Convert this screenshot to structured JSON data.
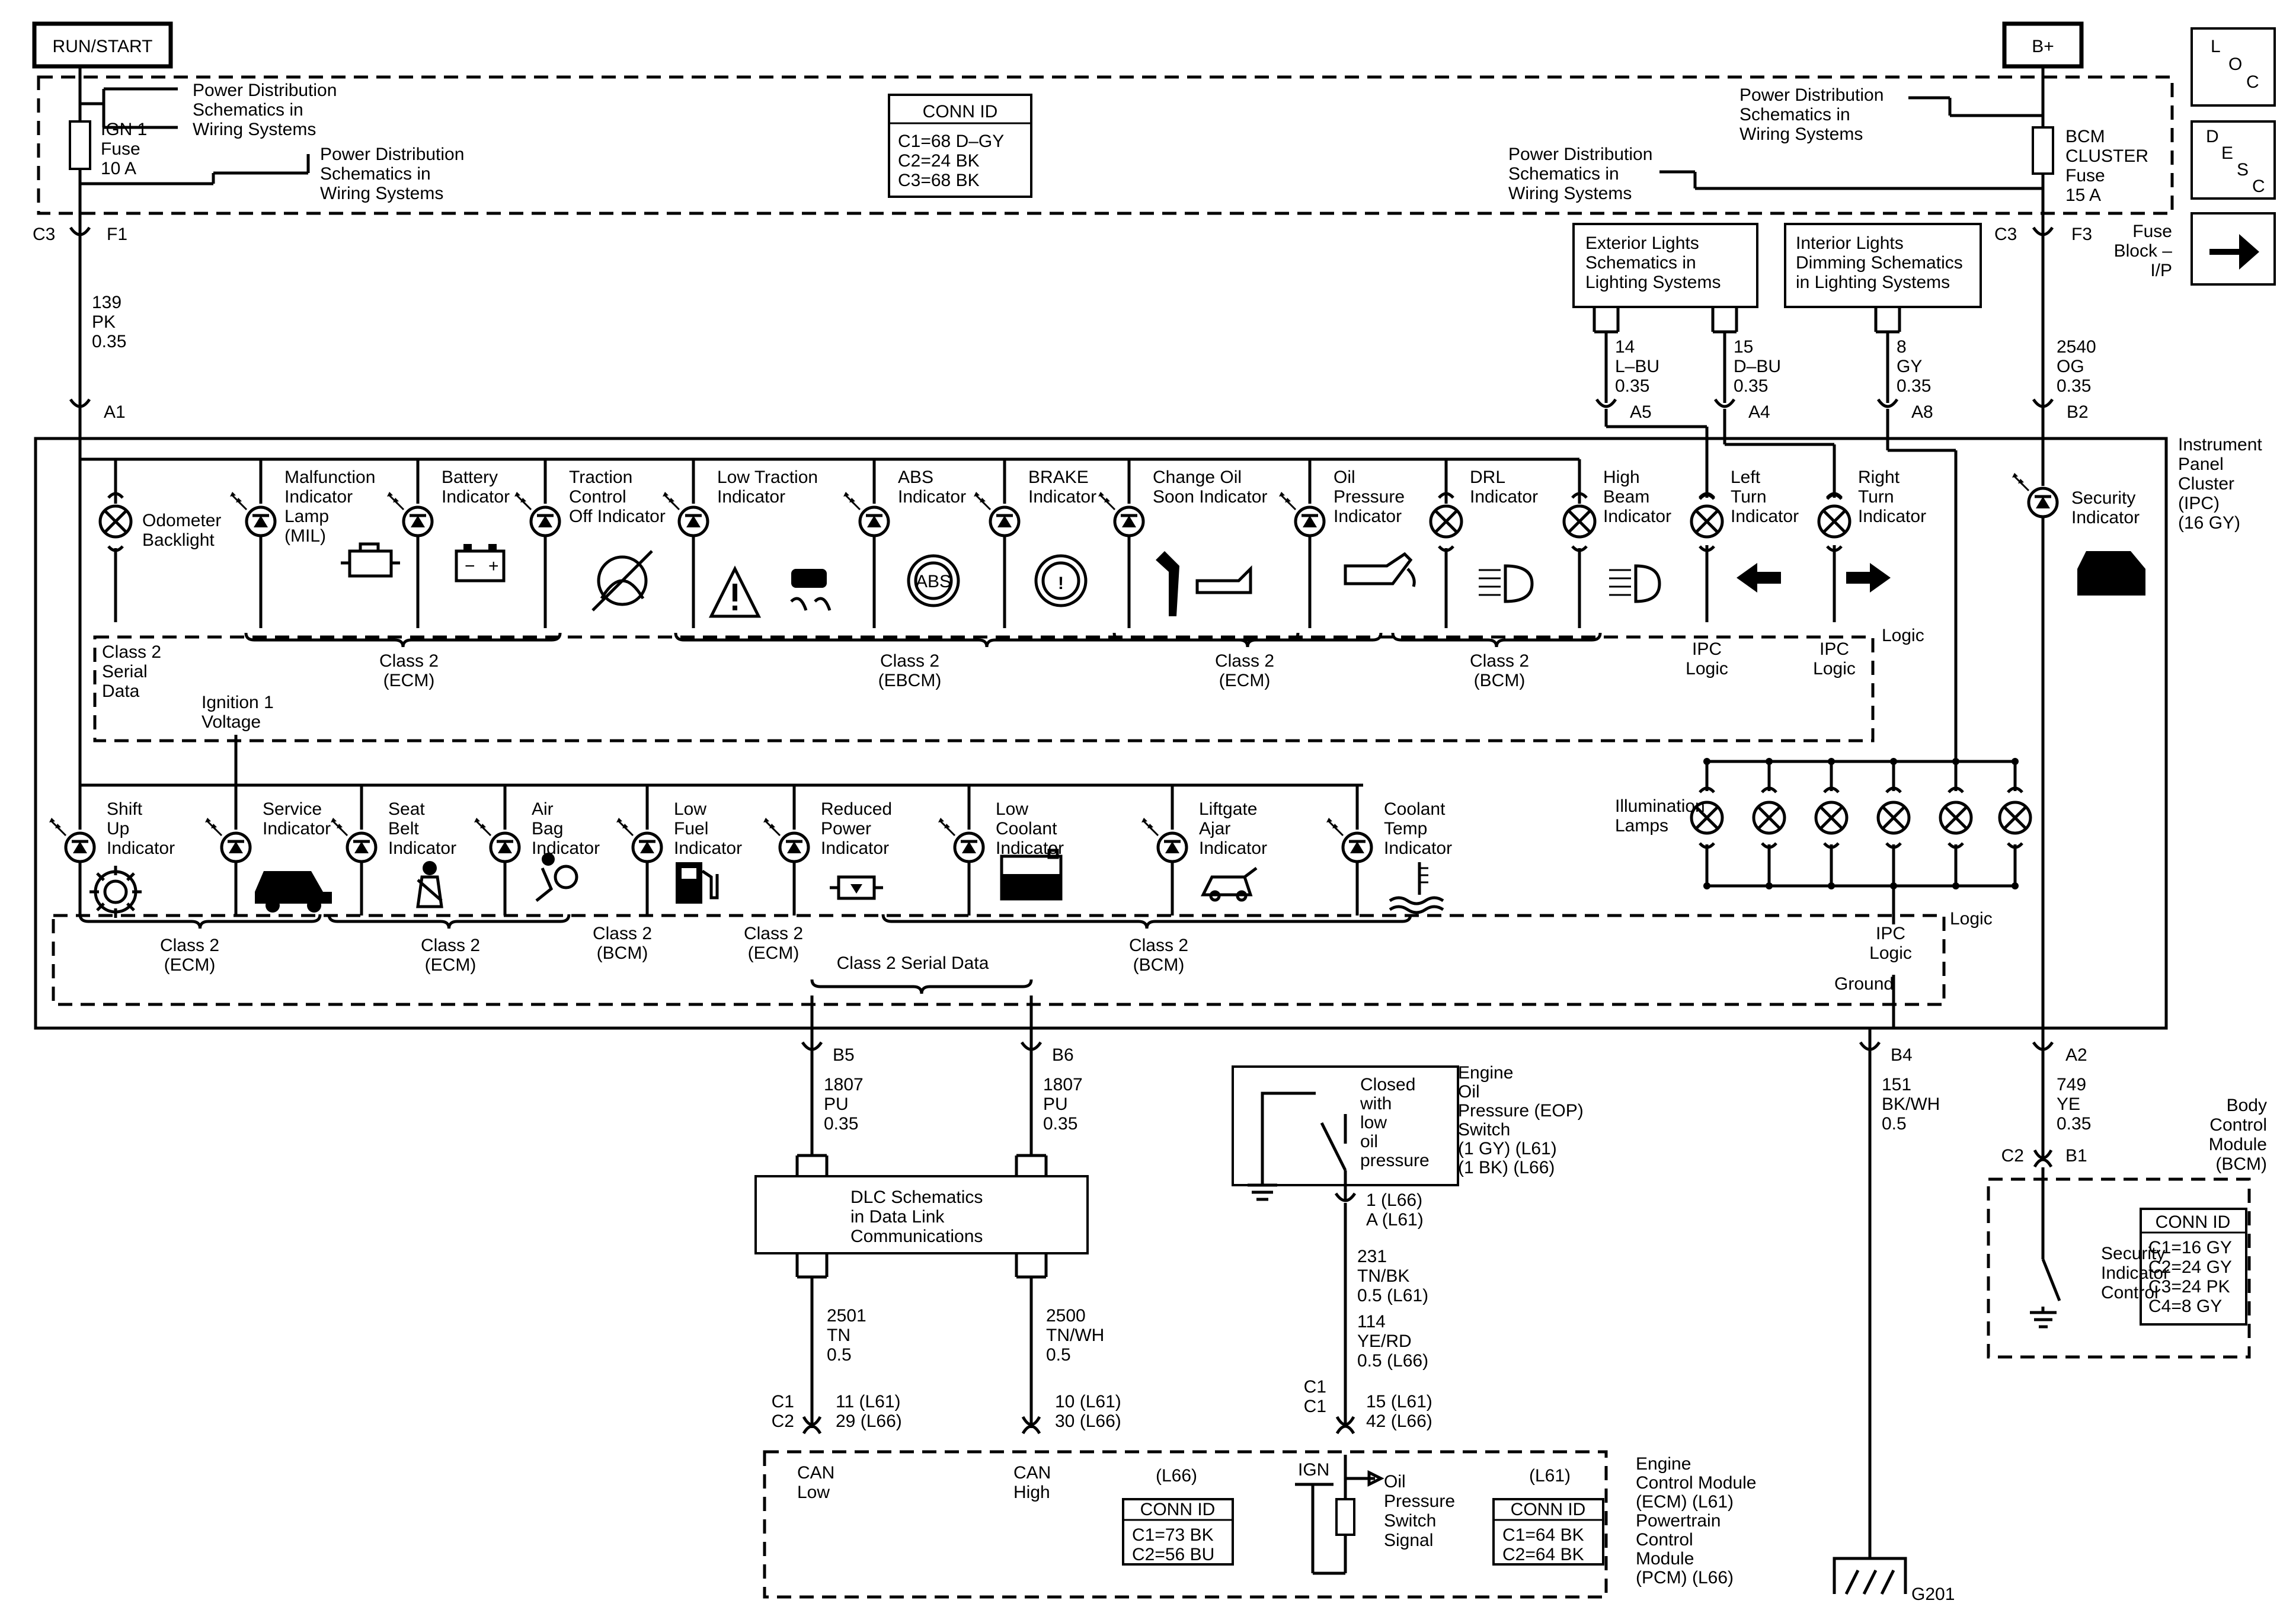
{
  "terminals": {
    "run_start": "RUN/START",
    "b_plus": "B+"
  },
  "nav": {
    "loc": [
      "L",
      "O",
      "C"
    ],
    "desc": [
      "D",
      "E",
      "S",
      "C"
    ],
    "next_icon": "arrow-right-icon"
  },
  "fuse_block_label": [
    "Fuse",
    "Block –",
    "I/P"
  ],
  "top": {
    "pd_ref_1": [
      "Power Distribution",
      "Schematics in",
      "Wiring Systems"
    ],
    "pd_ref_2": [
      "Power Distribution",
      "Schematics in",
      "Wiring Systems"
    ],
    "pd_ref_3": [
      "Power Distribution",
      "Schematics in",
      "Wiring Systems"
    ],
    "pd_ref_4": [
      "Power Distribution",
      "Schematics in",
      "Wiring Systems"
    ],
    "ign_fuse": [
      "IGN 1",
      "Fuse",
      "10 A"
    ],
    "bcm_fuse": [
      "BCM",
      "CLUSTER",
      "Fuse",
      "15 A"
    ],
    "conn_id": {
      "title": "CONN ID",
      "lines": [
        "C1=68 D–GY",
        "C2=24 BK",
        "C3=68 BK"
      ]
    },
    "c3_left": "C3",
    "f1": "F1",
    "c3_right": "C3",
    "f3": "F3",
    "exterior_lights": [
      "Exterior Lights",
      "Schematics in",
      "Lighting Systems"
    ],
    "interior_lights": [
      "Interior Lights",
      "Dimming Schematics",
      "in Lighting Systems"
    ]
  },
  "wires": {
    "w139": [
      "139",
      "PK",
      "0.35"
    ],
    "w14": [
      "14",
      "L–BU",
      "0.35"
    ],
    "w15": [
      "15",
      "D–BU",
      "0.35"
    ],
    "w8": [
      "8",
      "GY",
      "0.35"
    ],
    "w2540": [
      "2540",
      "OG",
      "0.35"
    ],
    "w1807a": [
      "1807",
      "PU",
      "0.35"
    ],
    "w1807b": [
      "1807",
      "PU",
      "0.35"
    ],
    "w151": [
      "151",
      "BK/WH",
      "0.5"
    ],
    "w749": [
      "749",
      "YE",
      "0.35"
    ],
    "w2501": [
      "2501",
      "TN",
      "0.5"
    ],
    "w2500": [
      "2500",
      "TN/WH",
      "0.5"
    ],
    "w231": [
      "231",
      "TN/BK",
      "0.5 (L61)"
    ],
    "w114": [
      "114",
      "YE/RD",
      "0.5 (L66)"
    ]
  },
  "pins": {
    "a1": "A1",
    "a5": "A5",
    "a4": "A4",
    "a8": "A8",
    "b2": "B2",
    "b5": "B5",
    "b6": "B6",
    "b4": "B4",
    "a2": "A2",
    "c2": "C2",
    "b1": "B1",
    "eop_pin": [
      "1 (L66)",
      "A (L61)"
    ],
    "c1c2_left": [
      "C1",
      "C2"
    ],
    "pins_2501": [
      "11 (L61)",
      "29 (L66)"
    ],
    "pins_2500": [
      "10 (L61)",
      "30 (L66)"
    ],
    "c1c1": [
      "C1",
      "C1"
    ],
    "pins_eop_ecm": [
      "15 (L61)",
      "42 (L66)"
    ]
  },
  "ipc": {
    "title": [
      "Instrument",
      "Panel",
      "Cluster",
      "(IPC)",
      "(16 GY)"
    ],
    "row1": [
      {
        "label": [
          "Odometer",
          "Backlight"
        ],
        "type": "lamp"
      },
      {
        "label": [
          "Malfunction",
          "Indicator",
          "Lamp",
          "(MIL)"
        ],
        "type": "led",
        "icon": "engine-icon"
      },
      {
        "label": [
          "Battery",
          "Indicator"
        ],
        "type": "led",
        "icon": "battery-icon"
      },
      {
        "label": [
          "Traction",
          "Control",
          "Off Indicator"
        ],
        "type": "led",
        "icon": "traction-off-icon"
      },
      {
        "label": [
          "Low Traction",
          "Indicator"
        ],
        "type": "led",
        "icon": "warning-triangle-icon"
      },
      {
        "label": [
          "ABS",
          "Indicator"
        ],
        "type": "led",
        "icon": "abs-icon",
        "icon_text": "ABS"
      },
      {
        "label": [
          "BRAKE",
          "Indicator"
        ],
        "type": "led",
        "icon": "brake-icon",
        "icon_text": "!"
      },
      {
        "label": [
          "Change Oil",
          "Soon Indicator"
        ],
        "type": "led",
        "icon": "oil-change-icon"
      },
      {
        "label": [
          "Oil",
          "Pressure",
          "Indicator"
        ],
        "type": "led",
        "icon": "oil-can-icon"
      },
      {
        "label": [
          "DRL",
          "Indicator"
        ],
        "type": "lamp",
        "icon": "drl-icon"
      },
      {
        "label": [
          "High",
          "Beam",
          "Indicator"
        ],
        "type": "lamp",
        "icon": "high-beam-icon"
      },
      {
        "label": [
          "Left",
          "Turn",
          "Indicator"
        ],
        "type": "lamp",
        "icon": "arrow-left-icon"
      },
      {
        "label": [
          "Right",
          "Turn",
          "Indicator"
        ],
        "type": "lamp",
        "icon": "arrow-right-icon"
      }
    ],
    "security": {
      "label": [
        "Security",
        "Indicator"
      ],
      "icon": "security-lock-icon"
    },
    "row1_groups": [
      {
        "label": [
          "Class 2",
          "Serial",
          "Data"
        ]
      },
      {
        "label": [
          "Class 2",
          "(ECM)"
        ]
      },
      {
        "label": [
          "Class 2",
          "(EBCM)"
        ]
      },
      {
        "label": [
          "Class 2",
          "(ECM)"
        ]
      },
      {
        "label": [
          "Class 2",
          "(BCM)"
        ]
      },
      {
        "label": [
          "IPC",
          "Logic"
        ]
      },
      {
        "label": [
          "IPC",
          "Logic"
        ]
      },
      {
        "label": [
          "Logic"
        ]
      }
    ],
    "ign_voltage": [
      "Ignition 1",
      "Voltage"
    ],
    "row2": [
      {
        "label": [
          "Shift",
          "Up",
          "Indicator"
        ],
        "icon": "gear-icon"
      },
      {
        "label": [
          "Service",
          "Indicator"
        ],
        "icon": "car-wrench-icon"
      },
      {
        "label": [
          "Seat",
          "Belt",
          "Indicator"
        ],
        "icon": "seat-belt-icon"
      },
      {
        "label": [
          "Air",
          "Bag",
          "Indicator"
        ],
        "icon": "airbag-icon"
      },
      {
        "label": [
          "Low",
          "Fuel",
          "Indicator"
        ],
        "icon": "fuel-pump-icon"
      },
      {
        "label": [
          "Reduced",
          "Power",
          "Indicator"
        ],
        "icon": "reduced-power-icon"
      },
      {
        "label": [
          "Low",
          "Coolant",
          "Indicator"
        ],
        "icon": "coolant-icon"
      },
      {
        "label": [
          "Liftgate",
          "Ajar",
          "Indicator"
        ],
        "icon": "liftgate-icon"
      },
      {
        "label": [
          "Coolant",
          "Temp",
          "Indicator"
        ],
        "icon": "coolant-temp-icon"
      }
    ],
    "illum_label": [
      "Illumination",
      "Lamps"
    ],
    "illum_count": 6,
    "row2_groups": [
      {
        "label": [
          "Class 2",
          "(ECM)"
        ]
      },
      {
        "label": [
          "Class 2",
          "(ECM)"
        ]
      },
      {
        "label": [
          "Class 2",
          "(BCM)"
        ]
      },
      {
        "label": [
          "Class 2",
          "(ECM)"
        ]
      },
      {
        "label": [
          "Class 2",
          "(BCM)"
        ]
      },
      {
        "label": [
          "IPC",
          "Logic"
        ]
      },
      {
        "label": [
          "Logic"
        ]
      },
      {
        "label": [
          "Ground"
        ]
      }
    ],
    "serial_data": "Class 2 Serial Data"
  },
  "dlc": [
    "DLC Schematics",
    "in Data Link",
    "Communications"
  ],
  "eop": {
    "switch_text": [
      "Closed",
      "with",
      "low",
      "oil",
      "pressure"
    ],
    "title": [
      "Engine",
      "Oil",
      "Pressure (EOP)",
      "Switch",
      "(1 GY) (L61)",
      "(1 BK) (L66)"
    ]
  },
  "ecm": {
    "can_low": [
      "CAN",
      "Low"
    ],
    "can_high": [
      "CAN",
      "High"
    ],
    "l66": "(L66)",
    "l61": "(L61)",
    "conn_l66": {
      "title": "CONN ID",
      "lines": [
        "C1=73 BK",
        "C2=56 BU"
      ]
    },
    "conn_l61": {
      "title": "CONN ID",
      "lines": [
        "C1=64 BK",
        "C2=64 BK"
      ]
    },
    "ign": "IGN",
    "ops": [
      "Oil",
      "Pressure",
      "Switch",
      "Signal"
    ],
    "title": [
      "Engine",
      "Control Module",
      "(ECM) (L61)",
      "Powertrain",
      "Control",
      "Module",
      "(PCM) (L66)"
    ]
  },
  "bcm": {
    "title": [
      "Body",
      "Control",
      "Module",
      "(BCM)"
    ],
    "control": [
      "Security",
      "Indicator",
      "Control"
    ],
    "conn_id": {
      "title": "CONN ID",
      "lines": [
        "C1=16 GY",
        "C2=24 GY",
        "C3=24 PK",
        "C4=8 GY"
      ]
    }
  },
  "ground": "G201"
}
